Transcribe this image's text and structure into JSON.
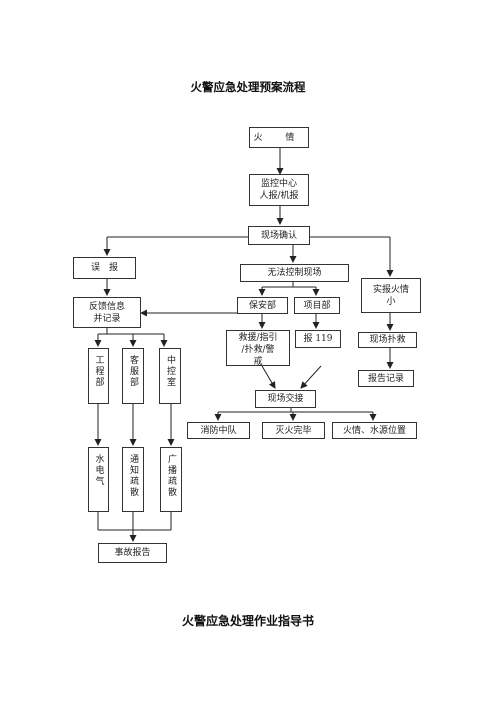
{
  "titles": {
    "main": "火警应急处理预案流程",
    "sub": "火警应急处理作业指导书"
  },
  "flow": {
    "fire": "火 情",
    "monitor_center": "监控中心\n人报/机报",
    "site_confirm": "现场确认",
    "false_alarm": "误　报",
    "feedback_record": "反馈信息\n并记录",
    "engineering": "工程部",
    "customer_service": "客服部",
    "control_room": "中控室",
    "water_power": "水电气",
    "notify_evacuate": "通知疏散",
    "broadcast_evacuate": "广播疏散",
    "accident_report": "事故报告",
    "uncontrollable": "无法控制现场",
    "security_dept": "保安部",
    "project_dept": "项目部",
    "rescue_guide": "救援/指引\n/扑救/警\n戒",
    "report_119": "报 119",
    "real_fire": "实报火情\n小",
    "site_fight": "现场扑救",
    "report_record": "报告记录",
    "site_handover": "现场交接",
    "fire_brigade": "消防中队",
    "fire_out": "灭火完毕",
    "fire_water_source": "火情、水源位置"
  }
}
